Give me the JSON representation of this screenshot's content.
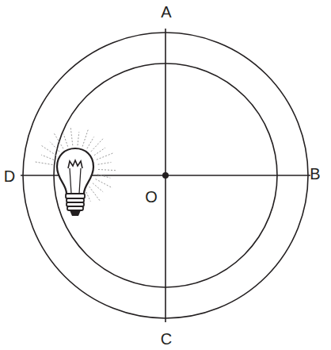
{
  "diagram": {
    "labels": [
      "A",
      "B",
      "C",
      "D",
      "O"
    ]
  }
}
